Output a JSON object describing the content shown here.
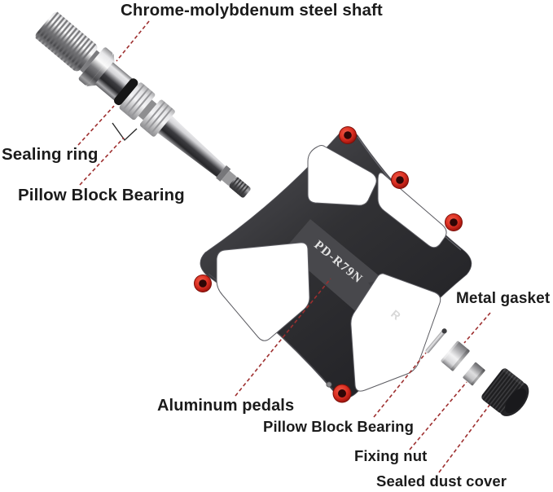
{
  "pedal": {
    "model_label": "PD-R79N",
    "side_marker": "R"
  },
  "labels": {
    "steel_shaft": "Chrome-molybdenum steel shaft",
    "sealing_ring": "Sealing ring",
    "pillow_block_bearing_upper": "Pillow Block Bearing",
    "metal_gasket": "Metal gasket",
    "aluminum_pedals": "Aluminum pedals",
    "pillow_block_bearing_lower": "Pillow Block Bearing",
    "fixing_nut": "Fixing nut",
    "sealed_dust_cover": "Sealed dust cover"
  },
  "colors": {
    "background": "#ffffff",
    "label_text": "#1b1b1b",
    "leader_line": "#9e2f2f",
    "pedal_body": "#2c2c2f",
    "pin_red": "#d92b1f",
    "shaft_silver": "#c9c9cb",
    "bearing_aluminum": "#d6d6d8",
    "dust_cover_black": "#1f1f21"
  }
}
